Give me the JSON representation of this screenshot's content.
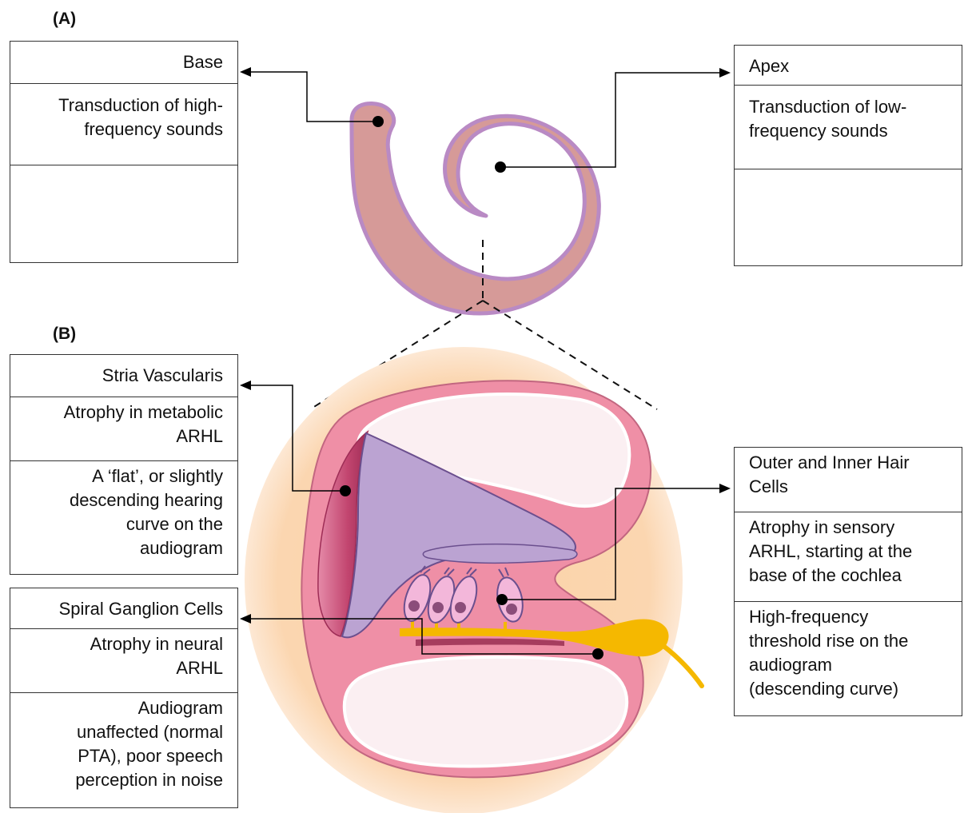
{
  "panel_a": {
    "label": "(A)",
    "base": {
      "title": "Base",
      "description": "Transduction of high-\nfrequency sounds"
    },
    "apex": {
      "title": "Apex",
      "description": "Transduction of low-\nfrequency sounds"
    }
  },
  "panel_b": {
    "label": "(B)",
    "stria_vascularis": {
      "title": "Stria Vascularis",
      "atrophy": "Atrophy in metabolic\nARHL",
      "audiogram": "A ‘flat’, or slightly\ndescending hearing\ncurve on the\naudiogram"
    },
    "spiral_ganglion": {
      "title": "Spiral Ganglion Cells",
      "atrophy": "Atrophy in neural\nARHL",
      "audiogram": "Audiogram\nunaffected (normal\nPTA), poor speech\nperception in noise"
    },
    "hair_cells": {
      "title": "Outer and Inner Hair\nCells",
      "atrophy": "Atrophy in sensory\nARHL, starting at the\nbase of the cochlea",
      "audiogram": "High-frequency\nthreshold rise on the\naudiogram\n(descending curve)"
    }
  },
  "colors": {
    "cochlea_fill": "#d69a98",
    "cochlea_outline": "#b98ac4",
    "wave": "#8b2a55",
    "halo": "#fbd8b0",
    "duct_pink": "#ef8fa6",
    "membrane_purple": "#bba3d2",
    "stria": "#c2456f",
    "nerve": "#f5b800",
    "hair_cell": "#f3b7da"
  }
}
